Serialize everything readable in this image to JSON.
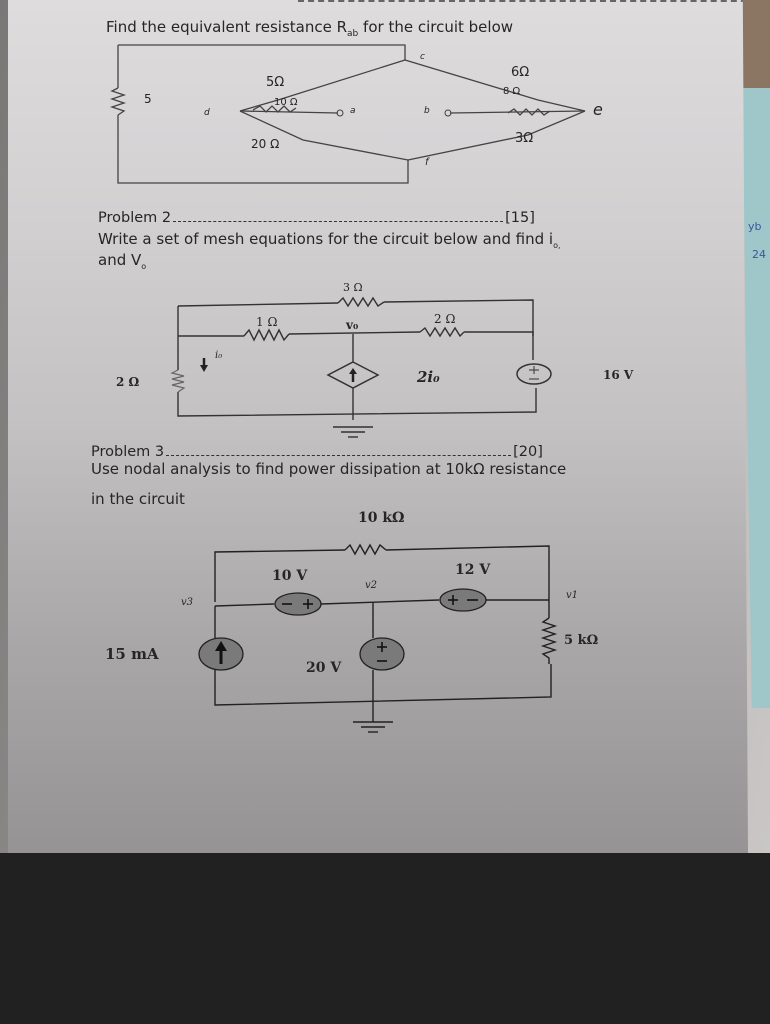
{
  "problem1": {
    "prompt": "Find the equivalent resistance R",
    "prompt_sub": "ab",
    "prompt_tail": " for the circuit below",
    "labels": {
      "r_left": "5",
      "r_5": "5Ω",
      "r_10": "10 Ω",
      "r_20": "20 Ω",
      "r_6": "6Ω",
      "r_8": "8 Ω",
      "r_3": "3Ω",
      "node_a": "a",
      "node_b": "b",
      "node_c": "c",
      "node_d": "d",
      "node_e": "e",
      "node_f": "f"
    }
  },
  "problem2": {
    "title": "Problem 2",
    "points": "[15]",
    "prompt_line1": "Write a set of mesh equations for the circuit below and find i",
    "prompt_line1_sub": "o,",
    "prompt_line2": "and V",
    "prompt_line2_sub": "o",
    "labels": {
      "r_3": "3 Ω",
      "r_1": "1 Ω",
      "r_2_top": "2 Ω",
      "r_2_left": "2 Ω",
      "vo": "v₀",
      "io": "i₀",
      "dep_source": "2i₀",
      "vsource": "16 V"
    }
  },
  "problem3": {
    "title": "Problem 3",
    "points": "[20]",
    "prompt_line1": "Use nodal analysis to find power dissipation at 10kΩ resistance",
    "prompt_line2": "in the circuit",
    "labels": {
      "r_10k": "10 kΩ",
      "v10": "10 V",
      "v12": "12 V",
      "v20": "20 V",
      "i15": "15 mA",
      "r_5k": "5 kΩ",
      "node_v1": "v1",
      "node_v2": "v2",
      "node_v3": "v3"
    }
  },
  "background_note": {
    "handwriting_1": "yb",
    "handwriting_2": "24"
  }
}
